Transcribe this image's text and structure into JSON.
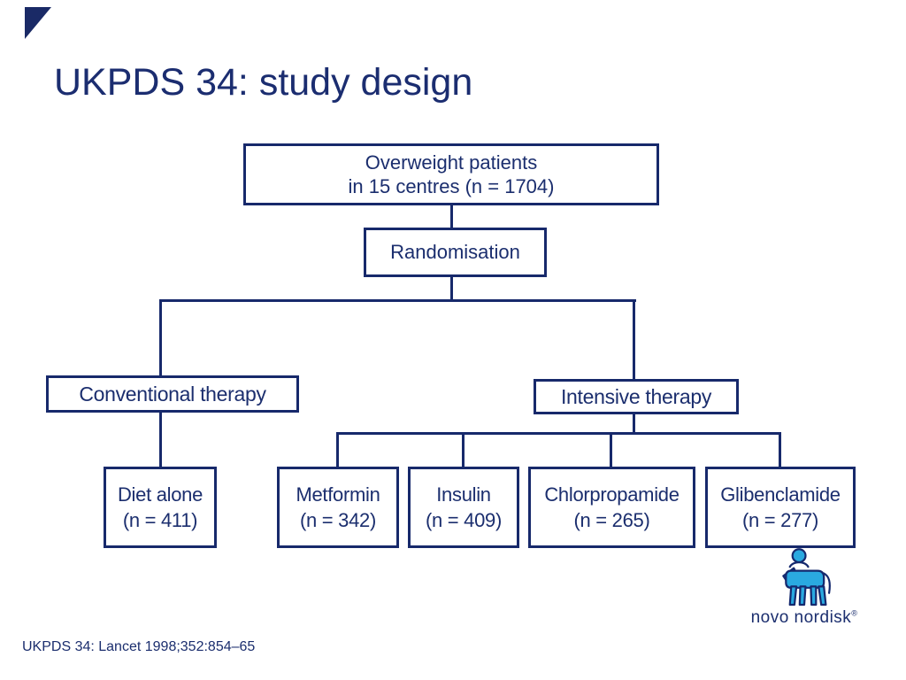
{
  "slide": {
    "title": "UKPDS 34: study design",
    "footer": "UKPDS 34: Lancet 1998;352:854–65"
  },
  "flowchart": {
    "overweight": {
      "line1": "Overweight patients",
      "line2": "in 15 centres (n = 1704)"
    },
    "randomisation": {
      "label": "Randomisation"
    },
    "conventional": {
      "label": "Conventional therapy"
    },
    "intensive": {
      "label": "Intensive therapy"
    },
    "diet": {
      "line1": "Diet alone",
      "line2": "(n = 411)"
    },
    "metformin": {
      "line1": "Metformin",
      "line2": "(n = 342)"
    },
    "insulin": {
      "line1": "Insulin",
      "line2": "(n = 409)"
    },
    "chlorpropamide": {
      "line1": "Chlorpropamide",
      "line2": "(n = 265)"
    },
    "glibenclamide": {
      "line1": "Glibenclamide",
      "line2": "(n = 277)"
    }
  },
  "logo": {
    "wordmark": "novo nordisk",
    "registered": "®",
    "icon": "apis-bull-icon"
  },
  "colors": {
    "navy": "#17296b",
    "text_navy": "#1b2e6e",
    "bull_blue": "#2aa9e0"
  }
}
